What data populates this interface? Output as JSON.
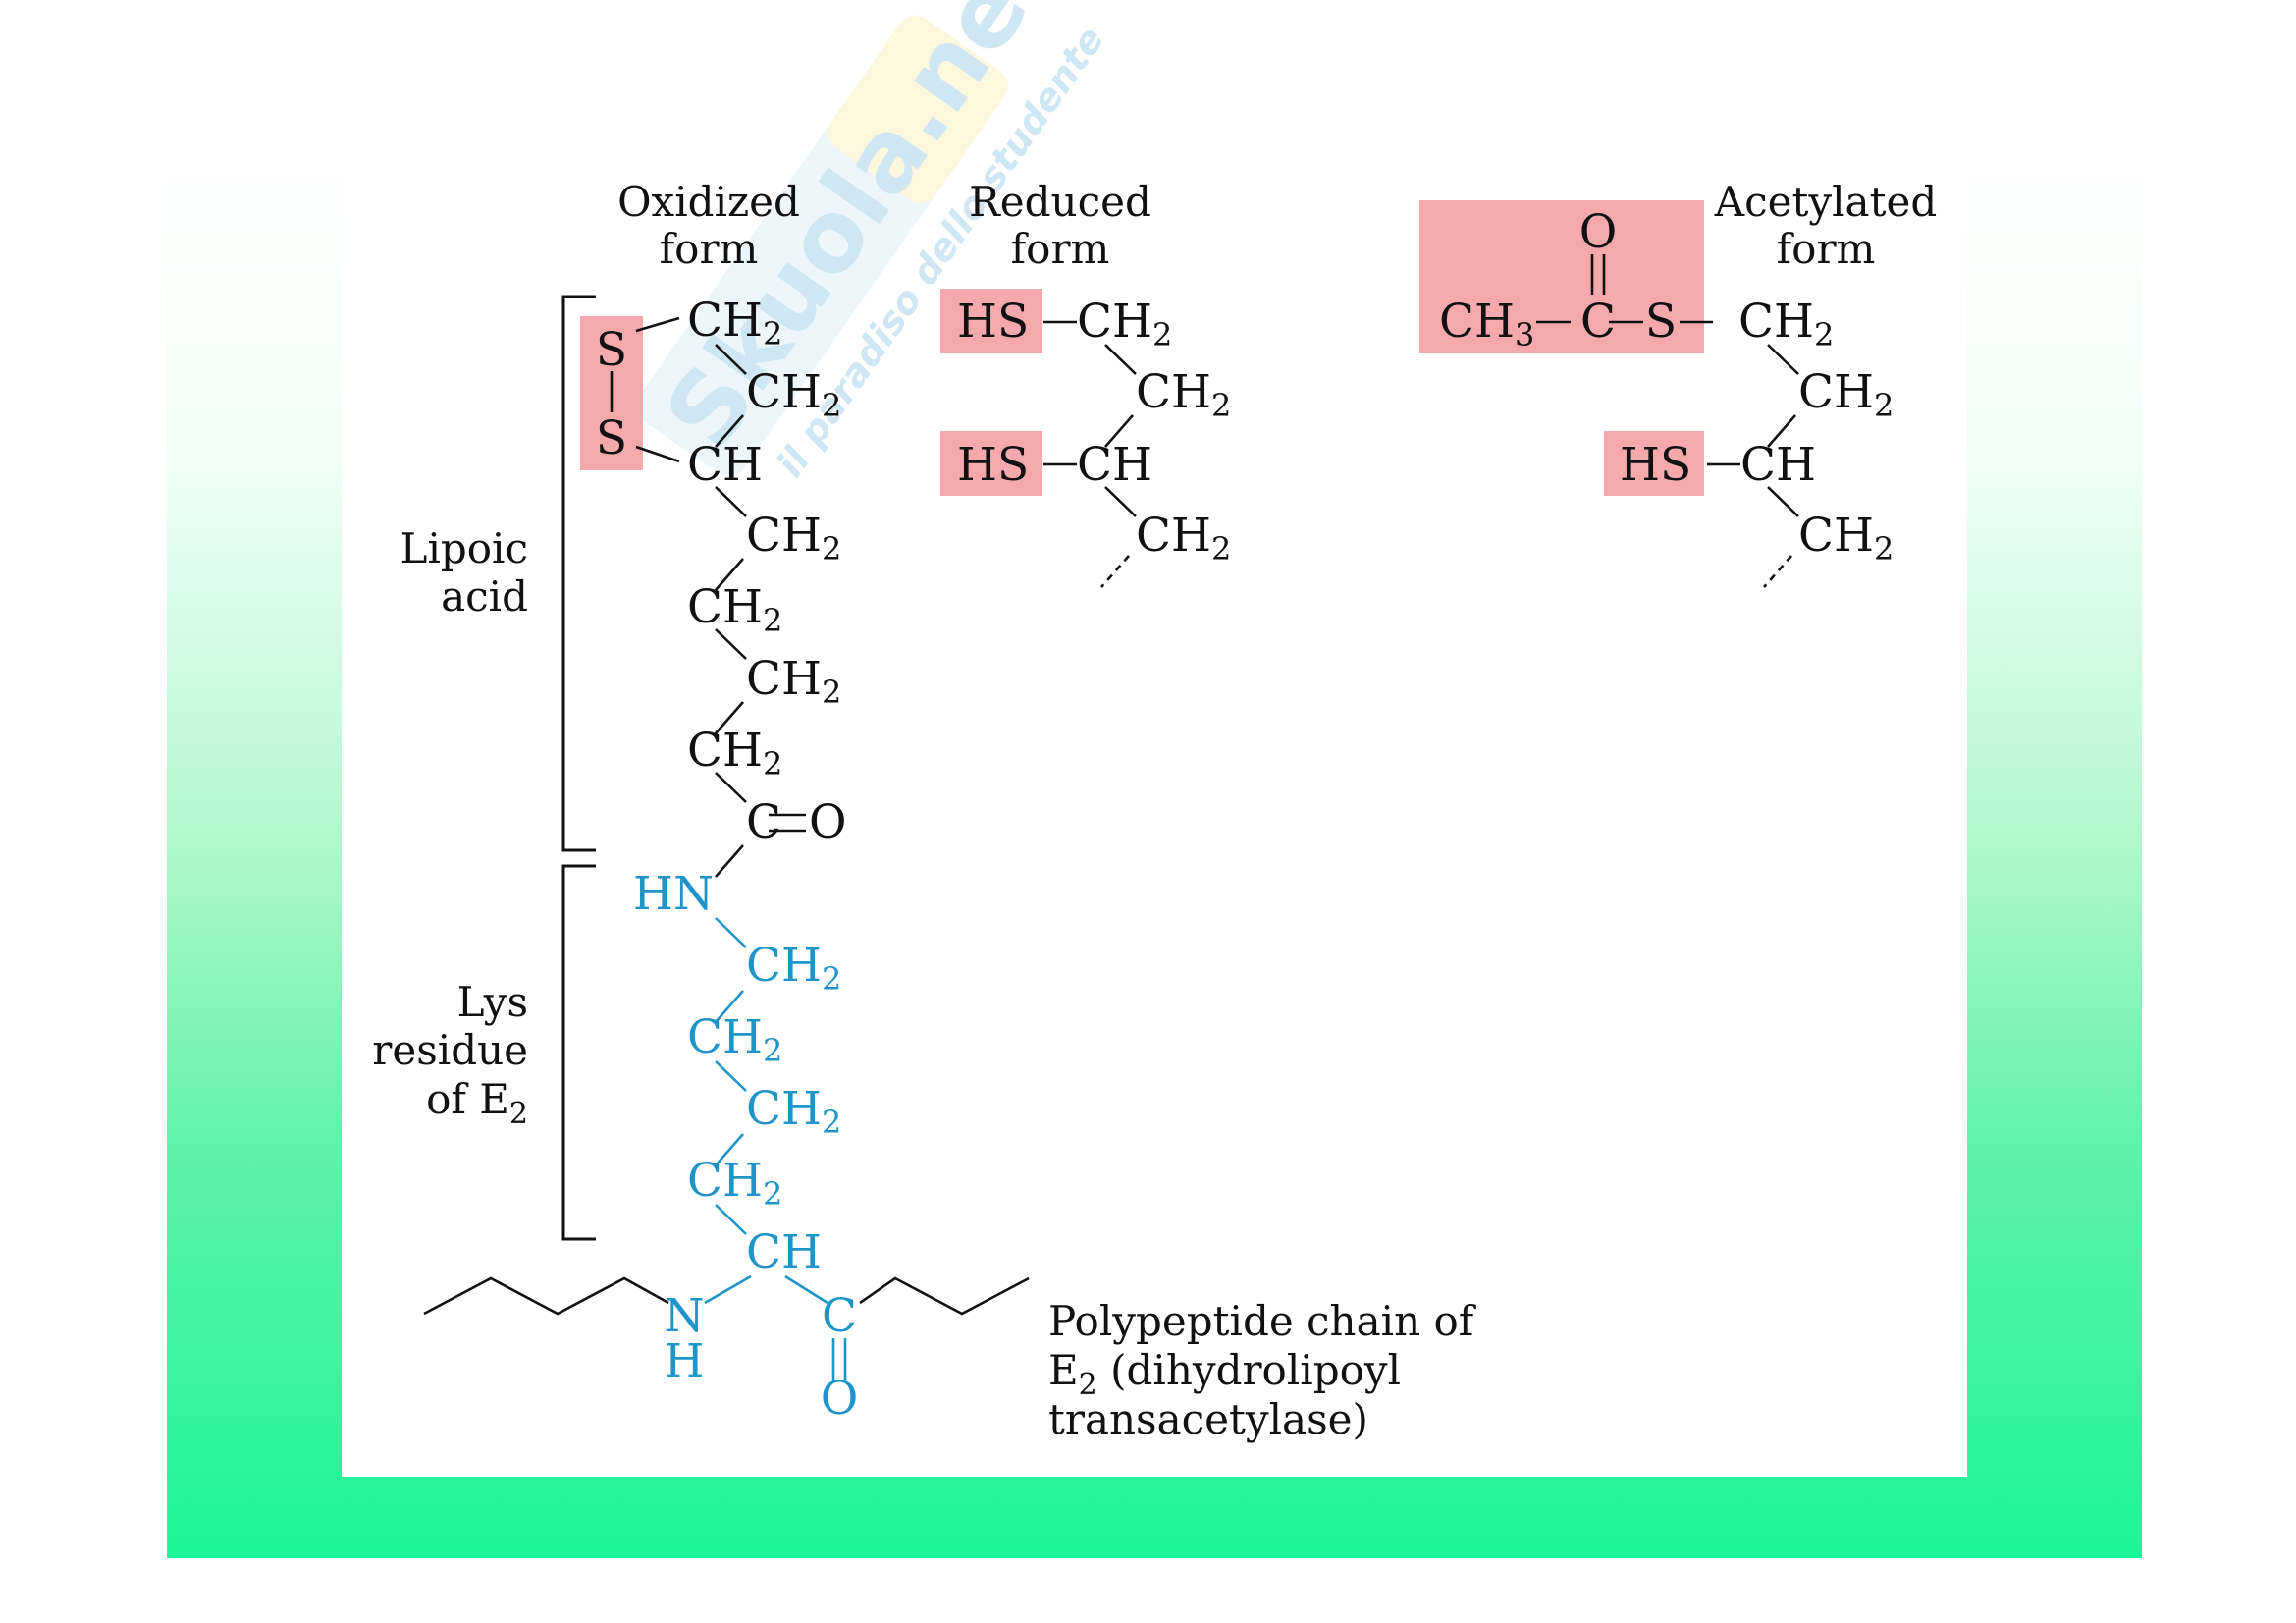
{
  "colors": {
    "highlight": "#f6a9ad",
    "lysine": "#1e94c8",
    "text": "#111111"
  },
  "watermark": {
    "brand": "Skuola.net",
    "tagline": "il paradiso dello studente"
  },
  "headers": {
    "oxidized": [
      "Oxidized",
      "form"
    ],
    "reduced": [
      "Reduced",
      "form"
    ],
    "acetylated": [
      "Acetylated",
      "form"
    ]
  },
  "brackets": {
    "lipoic": [
      "Lipoic",
      "acid"
    ],
    "lys": [
      "Lys",
      "residue",
      "of E",
      "2"
    ]
  },
  "caption": [
    "Polypeptide chain of",
    "E",
    "2",
    " (dihydrolipoyl",
    "transacetylase)"
  ],
  "atoms": {
    "S": "S",
    "CH": "CH",
    "CH2": "CH",
    "sub2": "2",
    "sub3": "3",
    "C": "C",
    "O": "O",
    "HN": "HN",
    "N": "N",
    "H": "H",
    "HS": "HS",
    "CH3": "CH"
  }
}
